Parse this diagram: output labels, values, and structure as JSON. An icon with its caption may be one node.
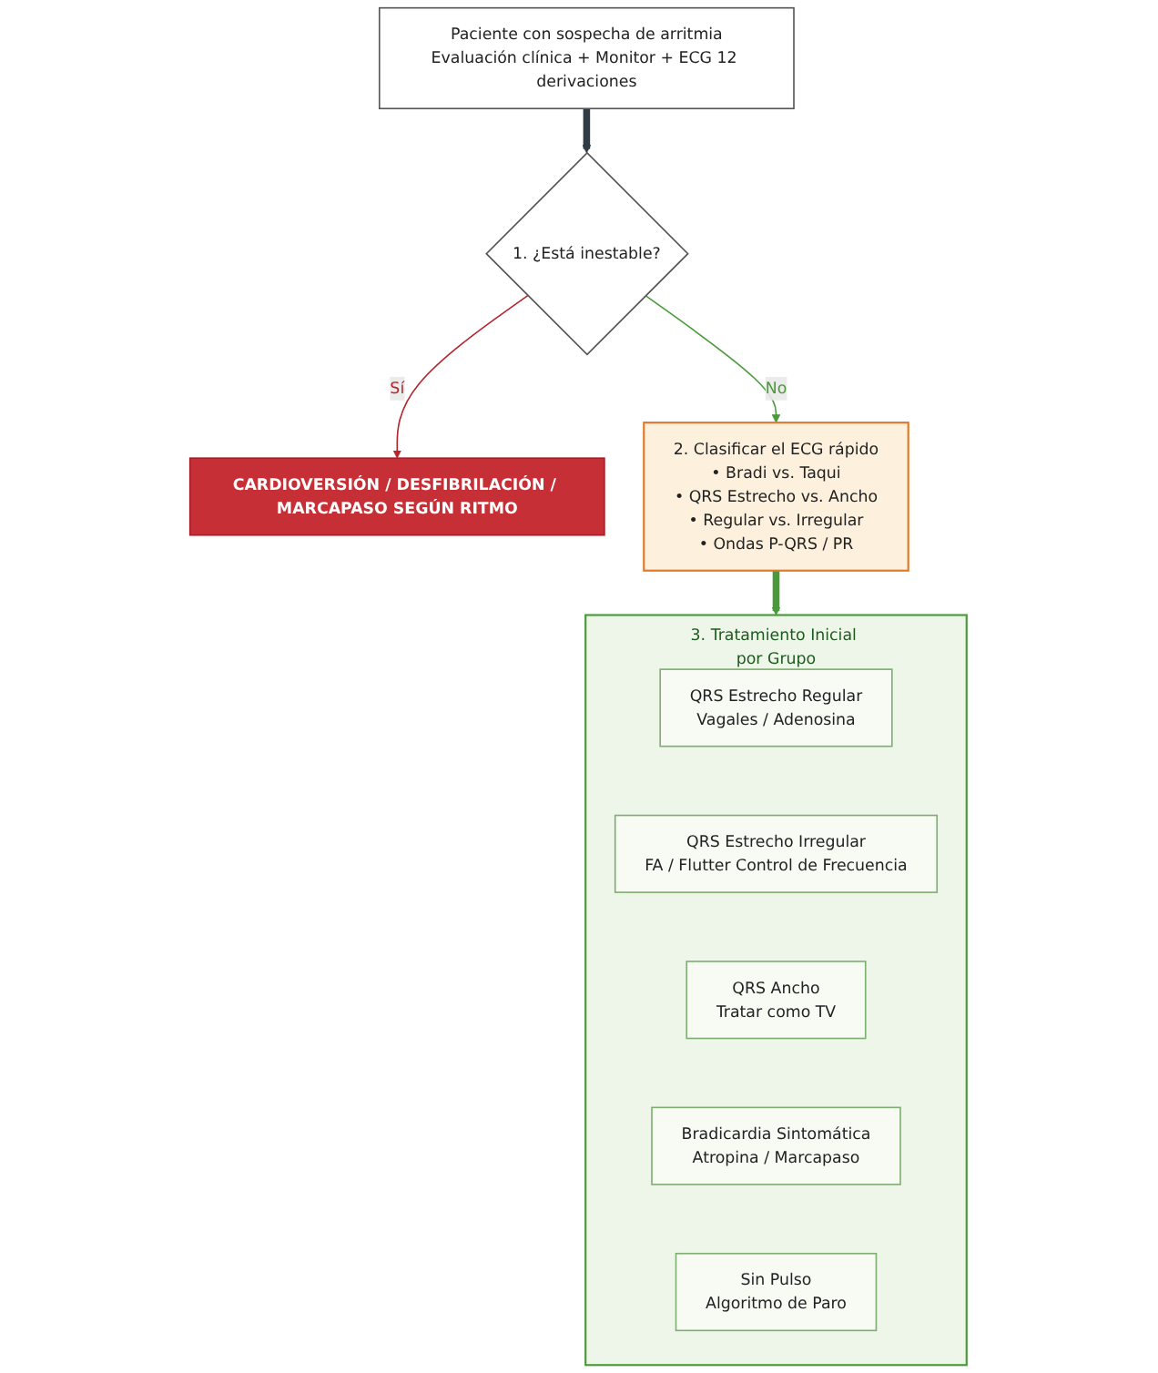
{
  "diagram": {
    "nodes": [
      {
        "text": [
          "Paciente con sospecha de arritmia",
          "Evaluación clínica + Monitor + ECG 12 derivaciones"
        ]
      },
      {
        "text": [
          "1. ¿Está inestable?"
        ]
      },
      {
        "text": [
          "CARDIOVERSIÓN / DESFIBRILACIÓN / MARCAPASO SEGÚN RITMO"
        ]
      },
      {
        "text": [
          "2. Clasificar el ECG rápido",
          "• Bradi vs. Taqui",
          "• QRS Estrecho vs. Ancho",
          "• Regular vs. Irregular",
          "• Ondas P-QRS / PR"
        ]
      },
      {
        "text": [
          "3. Tratamiento Inicial por Grupo"
        ]
      },
      {
        "text": [
          "QRS Estrecho Regular",
          "Vagales / Adenosina"
        ],
        "in": 4
      },
      {
        "text": [
          "QRS Estrecho Irregular",
          "FA / Flutter Control de Frecuencia"
        ],
        "in": 4
      },
      {
        "text": [
          "QRS Ancho",
          "Tratar como TV"
        ],
        "in": 4
      },
      {
        "text": [
          "Bradicardia Sintomática",
          "Atropina / Marcapaso"
        ],
        "in": 4
      },
      {
        "text": [
          "Sin Pulso",
          "Algoritmo de Paro"
        ],
        "in": 4
      }
    ],
    "edges": [
      {
        "from": 0,
        "to": 1,
        "arrow": "to",
        "style": "thick",
        "color": "#2f3b45"
      },
      {
        "from": 1,
        "to": 2,
        "arrow": "to",
        "label": "Sí",
        "color": "#b5252f"
      },
      {
        "from": 1,
        "to": 3,
        "arrow": "to",
        "label": "No",
        "color": "#4a9a3a"
      },
      {
        "from": 3,
        "to": 4,
        "arrow": "to",
        "style": "thick",
        "color": "#4a9a3a"
      }
    ]
  }
}
